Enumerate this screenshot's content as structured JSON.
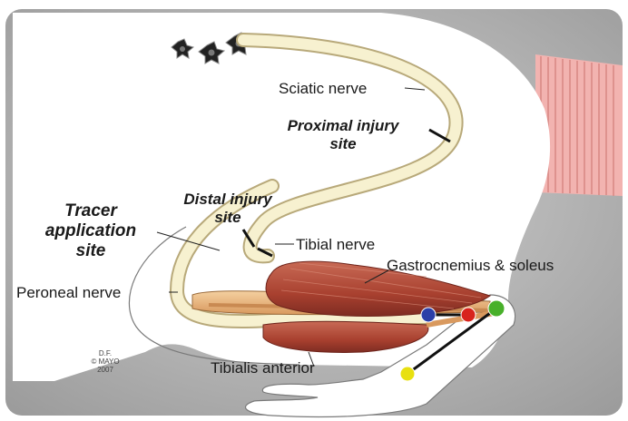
{
  "labels": {
    "sciatic": "Sciatic nerve",
    "proximal_line1": "Proximal injury",
    "proximal_line2": "site",
    "distal_line1": "Distal injury",
    "distal_line2": "site",
    "tracer_line1": "Tracer",
    "tracer_line2": "application",
    "tracer_line3": "site",
    "tibial": "Tibial nerve",
    "gastrocnemius": "Gastrocnemius & soleus",
    "peroneal": "Peroneal nerve",
    "tibialis": "Tibialis anterior"
  },
  "credit": {
    "line1": "D.F.",
    "line2": "© MAYO",
    "line3": "2007"
  },
  "colors": {
    "background": "#b9b9b9",
    "body": "#ffffff",
    "nerve": "#f7f1d0",
    "muscle": "#b04a3a",
    "tendon": "#e6b27c",
    "tail": "#f2b3b0",
    "marker_blue": "#2c3fa8",
    "marker_red": "#d8231c",
    "marker_green": "#48b02a",
    "marker_yellow": "#e8e010"
  }
}
